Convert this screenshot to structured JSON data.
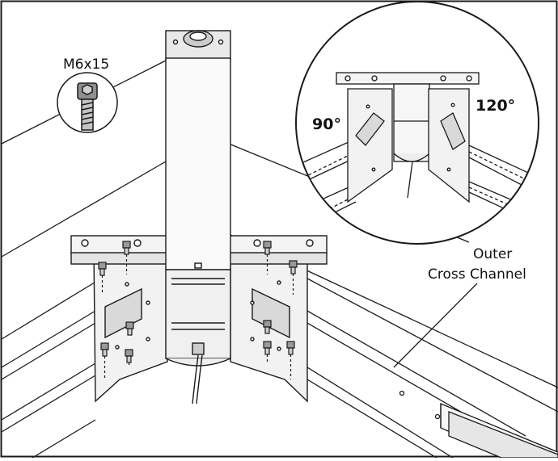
{
  "diagram": {
    "screw_label": "M6x15",
    "angle_left": "90°",
    "angle_right": "120°",
    "callout_line1": "Outer",
    "callout_line2": "Cross Channel"
  },
  "colors": {
    "line": "#1a1a1a",
    "fill_light": "#f2f2f2",
    "fill_mid": "#d9d9d9",
    "fill_dark": "#9a9a9a"
  }
}
